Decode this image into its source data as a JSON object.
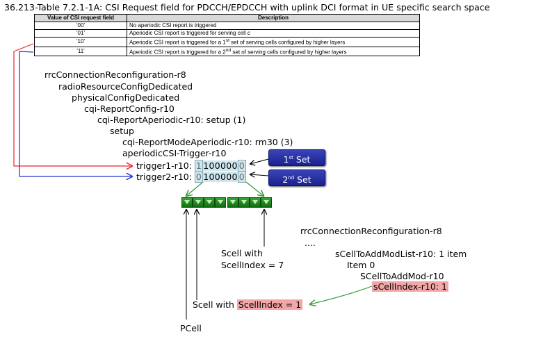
{
  "title": "36.213-Table 7.2.1-1A: CSI Request field for PDCCH/EPDCCH with uplink DCI format in UE specific search space",
  "table": {
    "headers": [
      "Value of CSI request field",
      "Description"
    ],
    "rows": [
      {
        "value": "'00'",
        "description": "No aperiodic CSI report is triggered"
      },
      {
        "value": "'01'",
        "description": "Aperiodic CSI report is triggered for serving cell",
        "suffix": "c"
      },
      {
        "value": "'10'",
        "description_pre": "Aperiodic CSI report is triggered for a 1",
        "sup": "st",
        "description_post": " set of serving cells configured by higher layers"
      },
      {
        "value": "'11'",
        "description_pre": "Aperiodic CSI report is triggered for a 2",
        "sup": "nd",
        "description_post": " set of serving cells configured by higher layers"
      }
    ]
  },
  "config_tree": [
    "rrcConnectionReconfiguration-r8",
    "radioResourceConfigDedicated",
    "physicalConfigDedicated",
    "cqi-ReportConfig-r10",
    "cqi-ReportAperiodic-r10: setup (1)",
    "setup",
    "cqi-ReportModeAperiodic-r10: rm30 (3)",
    "aperiodicCSI-Trigger-r10"
  ],
  "triggers": [
    {
      "label": "trigger1-r10:",
      "first_bit": "1",
      "middle_bits": "100000",
      "last_bit": "0"
    },
    {
      "label": "trigger2-r10:",
      "first_bit": "0",
      "middle_bits": "100000",
      "last_bit": "0"
    }
  ],
  "sets": [
    {
      "num": "1",
      "sup": "st",
      "word": "Set"
    },
    {
      "num": "2",
      "sup": "nd",
      "word": "Set"
    }
  ],
  "cells_label": {
    "scell_with": "Scell with",
    "scell_index_7": "ScellIndex = 7",
    "scell_with_hl": "Scell with",
    "scell_index_1": "ScellIndex = 1",
    "pcell": "PCell"
  },
  "second_tree": [
    "rrcConnectionReconfiguration-r8",
    "....",
    "sCellToAddModList-r10: 1 item",
    "Item 0",
    "SCellToAddMod-r10",
    "sCellIndex-r10: 1"
  ],
  "colors": {
    "red_line": "#e8242c",
    "blue_line": "#2233cc",
    "green": "#2f9a2f",
    "set_button": "#2730a8",
    "highlight": "#f3a6a6"
  }
}
